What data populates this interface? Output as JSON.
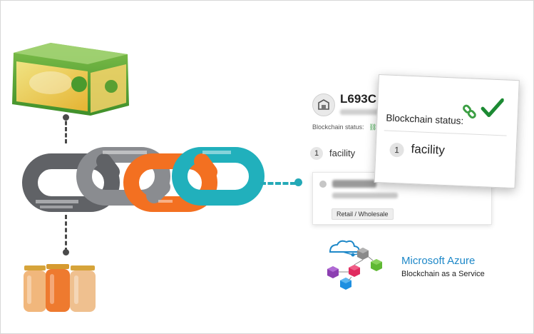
{
  "chain": {
    "links": [
      {
        "name": "chain-link-1",
        "color": "#606266"
      },
      {
        "name": "chain-link-2",
        "color": "#8a8c90"
      },
      {
        "name": "chain-link-3",
        "color": "#f37021"
      },
      {
        "name": "chain-link-4",
        "color": "#21b0bc"
      }
    ],
    "accent_color": "#24a9b7"
  },
  "record_card": {
    "product_id": "L693C",
    "blockchain_status_label": "Blockchain status:",
    "facility_count": "1",
    "facility_label": "facility",
    "facility_tag": "Retail / Wholesale"
  },
  "zoom_card": {
    "blockchain_status_label": "Blockchain status:",
    "status_icons": [
      "chain-link-icon",
      "check-mark-icon"
    ],
    "facility_count": "1",
    "facility_label": "facility"
  },
  "azure": {
    "title": "Microsoft Azure",
    "subtitle": "Blockchain as a Service",
    "title_color": "#1e88c8"
  }
}
